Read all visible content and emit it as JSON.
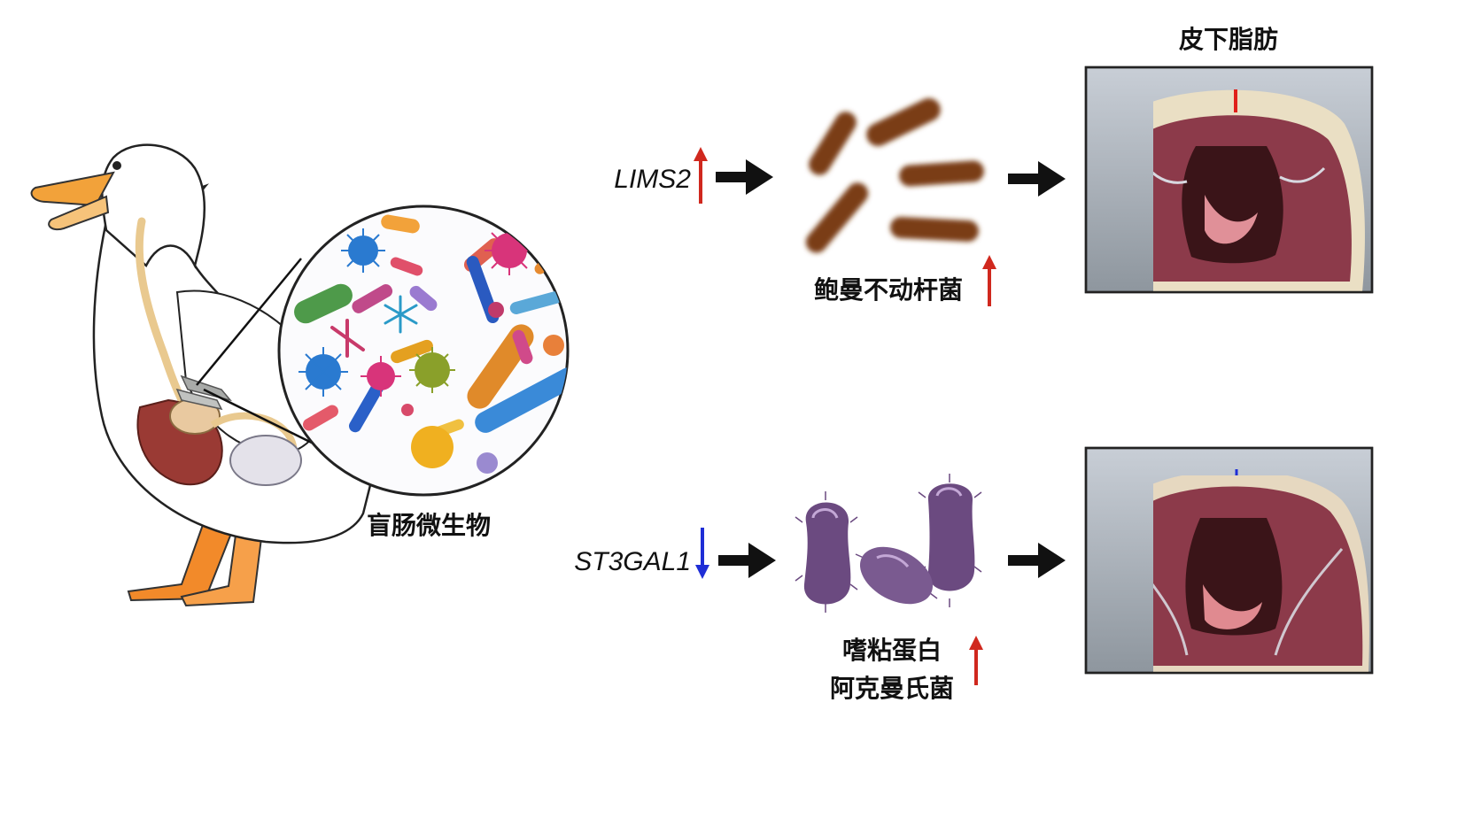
{
  "title": "皮下脂肪",
  "cecum_label": "盲肠微生物",
  "pathways": [
    {
      "gene": "LIMS2",
      "gene_direction": "up",
      "bacteria_label_lines": [
        "鲍曼不动杆菌"
      ],
      "bacteria_direction": "up"
    },
    {
      "gene": "ST3GAL1",
      "gene_direction": "down",
      "bacteria_label_lines": [
        "嗜粘蛋白",
        "阿克曼氏菌"
      ],
      "bacteria_direction": "up"
    }
  ],
  "colors": {
    "up_arrow": "#d0281e",
    "down_arrow": "#1f2ed6",
    "flow_arrow": "#111111",
    "rod_bacteria": "#8a4a1c",
    "akkermansia": "#6b4a80",
    "duck_beak": "#f2a23a",
    "duck_feet": "#f28a2a",
    "meat": "#8c3a4a",
    "fat": "#eadfc4"
  },
  "icons": [
    "duck-illustration",
    "microbiome-magnifier",
    "rod-bacteria",
    "akkermansia-bacteria",
    "meat-cross-section",
    "up-arrow-icon",
    "down-arrow-icon",
    "flow-arrow-icon"
  ]
}
